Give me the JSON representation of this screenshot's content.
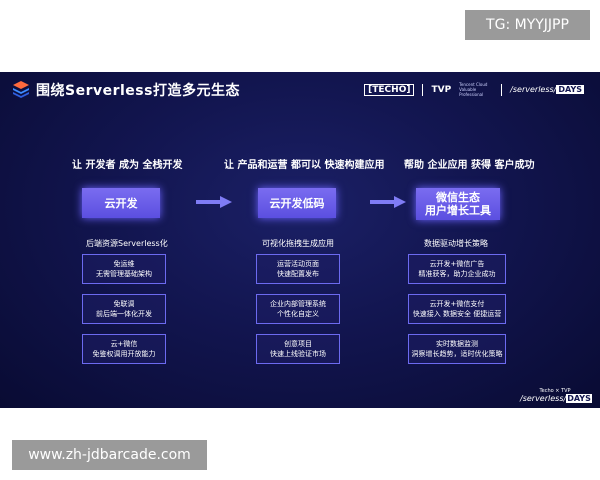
{
  "watermarks": {
    "top": "TG: MYYJJPP",
    "bottom": "www.zh-jdbarcade.com"
  },
  "slide": {
    "title": "围绕Serverless打造多元生态",
    "header_logos": {
      "techo": "[TECHO]",
      "tvp": "TVP",
      "tvp_sub": "Tencent Cloud Valuable Professional",
      "days": "/serverless/",
      "days_badge": "DAYS"
    },
    "columns": [
      {
        "heading": "让 开发者 成为 全栈开发",
        "main": "云开发",
        "sub_heading": "后端资源Serverless化",
        "cards": [
          {
            "line1": "免运维",
            "line2": "无需管理基础架构"
          },
          {
            "line1": "免联调",
            "line2": "前后端一体化开发"
          },
          {
            "line1": "云+微信",
            "line2": "免鉴权调用开放能力"
          }
        ]
      },
      {
        "heading": "让 产品和运营 都可以 快速构建应用",
        "main": "云开发低码",
        "sub_heading": "可视化拖拽生成应用",
        "cards": [
          {
            "line1": "运营活动页面",
            "line2": "快速配置发布"
          },
          {
            "line1": "企业内部管理系统",
            "line2": "个性化自定义"
          },
          {
            "line1": "创意项目",
            "line2": "快速上线验证市场"
          }
        ]
      },
      {
        "heading": "帮助 企业应用 获得 客户成功",
        "main_line1": "微信生态",
        "main_line2": "用户增长工具",
        "sub_heading": "数据驱动增长策略",
        "cards": [
          {
            "line1": "云开发+微信广告",
            "line2": "精准获客，助力企业成功"
          },
          {
            "line1": "云开发+微信支付",
            "line2": "快速接入 数据安全 便捷运营"
          },
          {
            "line1": "实时数据监测",
            "line2": "洞察增长趋势，适时优化策略"
          }
        ]
      }
    ],
    "footer_logo": {
      "top": "Techo × TVP",
      "days": "/serverless/",
      "days_badge": "DAYS"
    }
  }
}
